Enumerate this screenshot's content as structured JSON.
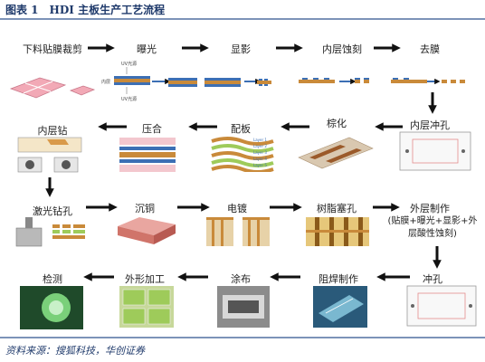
{
  "title": "图表 1　HDI 主板生产工艺流程",
  "source": "资料来源：搜狐科技，华创证券",
  "steps": {
    "s1": "下料贴膜裁剪",
    "s2": "曝光",
    "s3": "显影",
    "s4": "内层蚀刻",
    "s5": "去膜",
    "s6": "内层冲孔",
    "s7": "棕化",
    "s8": "配板",
    "s9": "压合",
    "s10": "内层钻",
    "s11": "激光钻孔",
    "s12": "沉铜",
    "s13": "电镀",
    "s14": "树脂塞孔",
    "s15": "外层制作",
    "s15_note": "(贴膜+曝光+显影+外层酸性蚀刻)",
    "s16": "冲孔",
    "s17": "阻焊制作",
    "s18": "涂布",
    "s19": "外形加工",
    "s20": "检测"
  },
  "illus_text": {
    "uv_top": "UV光源",
    "uv_bottom": "UV光源",
    "inner_layer": "内层",
    "layers": [
      "Layer 1",
      "Layer 2",
      "Layer 3",
      "Layer 4",
      "Layer 5"
    ]
  },
  "colors": {
    "title": "#1f3a6b",
    "rule": "#7c93b8",
    "arrow": "#111111",
    "copper": "#c98a3a",
    "film": "#3c6fb4",
    "board_pink": "#f2a9b6",
    "board_green": "#9ecb5a"
  }
}
